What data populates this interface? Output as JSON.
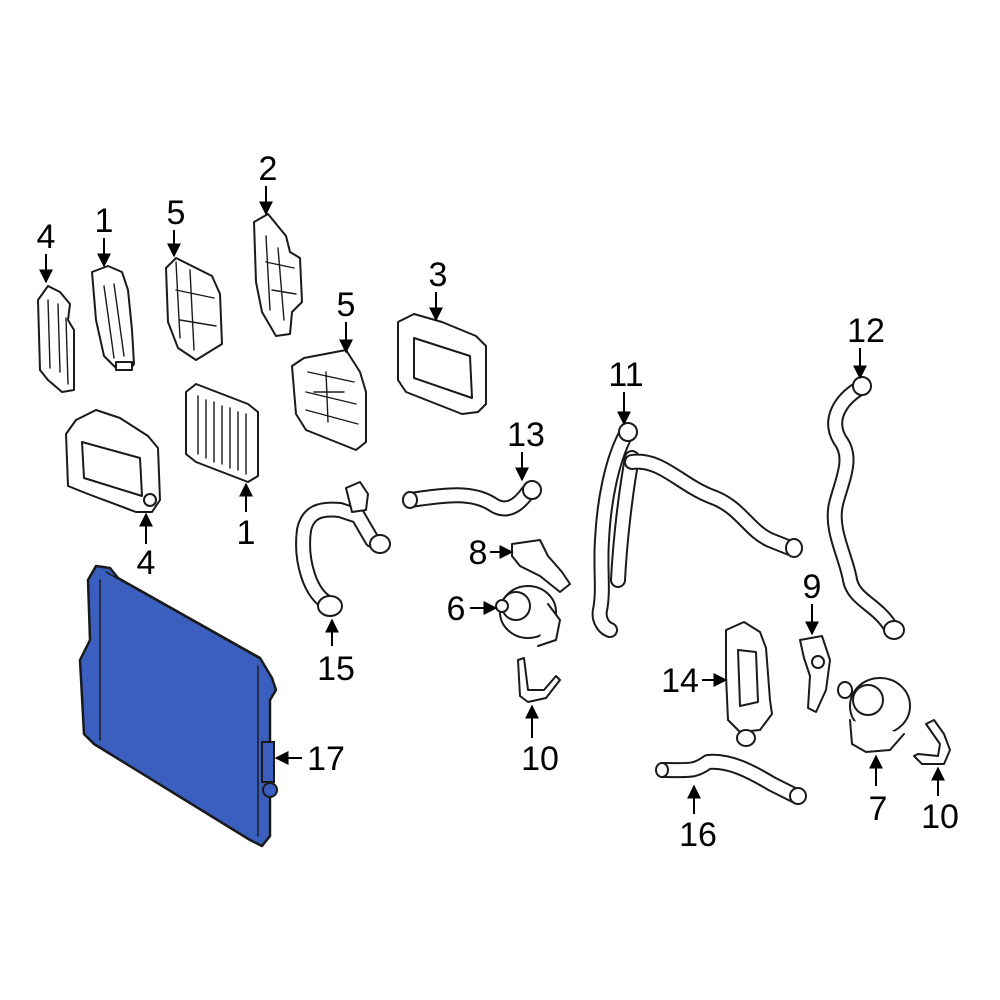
{
  "colors": {
    "highlight": "#3a5fbf",
    "line": "#1a1a1a",
    "background": "#ffffff"
  },
  "callouts": [
    {
      "id": "c4a",
      "text": "4"
    },
    {
      "id": "c1a",
      "text": "1"
    },
    {
      "id": "c5a",
      "text": "5"
    },
    {
      "id": "c2",
      "text": "2"
    },
    {
      "id": "c3",
      "text": "3"
    },
    {
      "id": "c5b",
      "text": "5"
    },
    {
      "id": "c12",
      "text": "12"
    },
    {
      "id": "c11",
      "text": "11"
    },
    {
      "id": "c13",
      "text": "13"
    },
    {
      "id": "c4b",
      "text": "4"
    },
    {
      "id": "c1b",
      "text": "1"
    },
    {
      "id": "c8",
      "text": "8"
    },
    {
      "id": "c6",
      "text": "6"
    },
    {
      "id": "c9",
      "text": "9"
    },
    {
      "id": "c15",
      "text": "15"
    },
    {
      "id": "c14",
      "text": "14"
    },
    {
      "id": "c10a",
      "text": "10"
    },
    {
      "id": "c17",
      "text": "17"
    },
    {
      "id": "c7",
      "text": "7"
    },
    {
      "id": "c10b",
      "text": "10"
    },
    {
      "id": "c16",
      "text": "16"
    }
  ]
}
